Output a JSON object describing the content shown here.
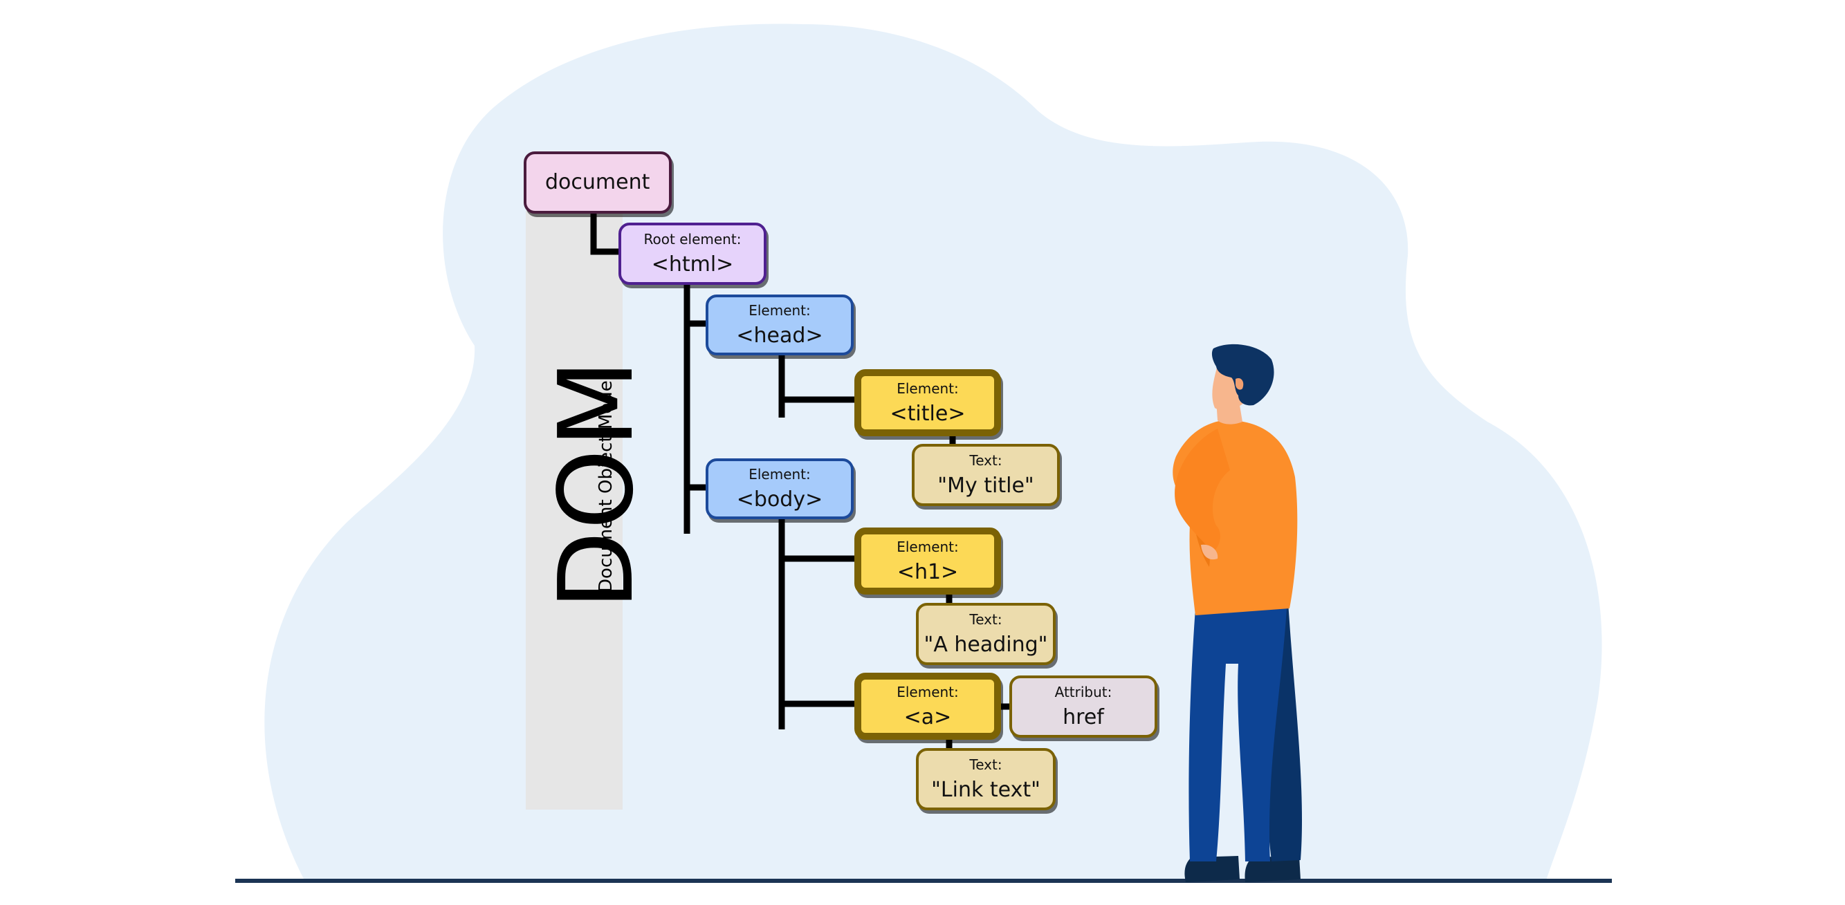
{
  "diagram": {
    "title": "DOM",
    "subtitle": "Document Object Model",
    "nodes": {
      "document": {
        "value": "document"
      },
      "html": {
        "caption": "Root element:",
        "value": "<html>"
      },
      "head": {
        "caption": "Element:",
        "value": "<head>"
      },
      "title": {
        "caption": "Element:",
        "value": "<title>"
      },
      "title_text": {
        "caption": "Text:",
        "value": "\"My title\""
      },
      "body": {
        "caption": "Element:",
        "value": "<body>"
      },
      "h1": {
        "caption": "Element:",
        "value": "<h1>"
      },
      "h1_text": {
        "caption": "Text:",
        "value": "\"A heading\""
      },
      "a": {
        "caption": "Element:",
        "value": "<a>"
      },
      "a_attr": {
        "caption": "Attribut:",
        "value": "href"
      },
      "a_text": {
        "caption": "Text:",
        "value": "\"Link text\""
      }
    }
  },
  "colors": {
    "blob": "#e7f1fa",
    "ground_line": "#1b3454",
    "connector": "#000000",
    "shirt": "#fc8e2a",
    "pants": "#0d4495",
    "hair": "#0d3363",
    "skin": "#f7b68d"
  },
  "illustration": {
    "figure": "person-looking-at-diagram"
  }
}
